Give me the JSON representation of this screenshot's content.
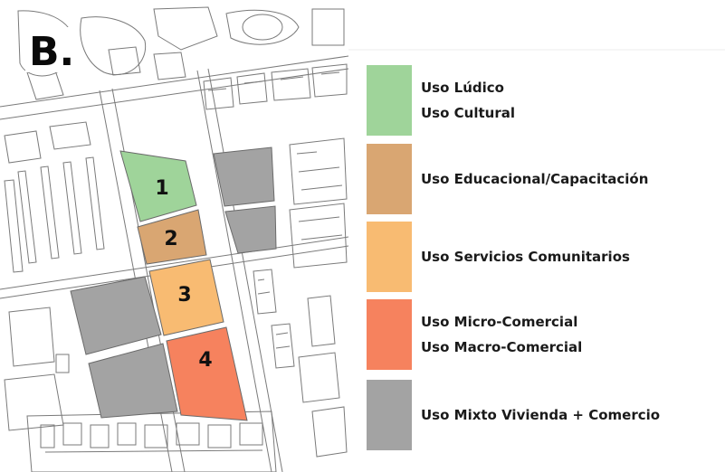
{
  "figure": {
    "panel_letter": "B."
  },
  "colors": {
    "ludico_cultural": "#9fd49a",
    "educacional": "#d9a672",
    "servicios": "#f8bb72",
    "comercial": "#f6825e",
    "mixto": "#a3a3a3",
    "map_line": "#7a7a7a",
    "block_fill": "#ffffff"
  },
  "plots": [
    {
      "number": "1",
      "use_key": "ludico_cultural"
    },
    {
      "number": "2",
      "use_key": "educacional"
    },
    {
      "number": "3",
      "use_key": "servicios"
    },
    {
      "number": "4",
      "use_key": "comercial"
    }
  ],
  "legend": [
    {
      "color_key": "ludico_cultural",
      "lines": [
        "Uso Lúdico",
        "Uso Cultural"
      ]
    },
    {
      "color_key": "educacional",
      "lines": [
        "Uso Educacional/Capacitación"
      ]
    },
    {
      "color_key": "servicios",
      "lines": [
        "Uso Servicios Comunitarios"
      ]
    },
    {
      "color_key": "comercial",
      "lines": [
        "Uso Micro-Comercial",
        "Uso Macro-Comercial"
      ]
    },
    {
      "color_key": "mixto",
      "lines": [
        "Uso Mixto  Vivienda + Comercio"
      ]
    }
  ]
}
